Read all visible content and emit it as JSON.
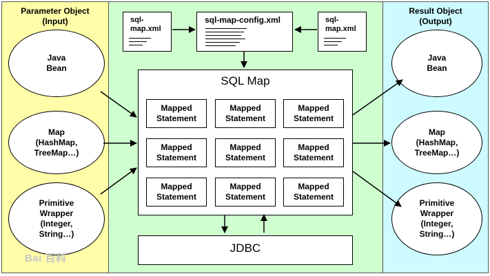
{
  "colors": {
    "left_panel": "#fffda8",
    "middle_panel": "#cfffcf",
    "right_panel": "#cdfbff",
    "stroke": "#000000"
  },
  "left_panel": {
    "title_line1": "Parameter Object",
    "title_line2": "(Input)",
    "items": [
      {
        "lines": [
          "Java",
          "Bean"
        ]
      },
      {
        "lines": [
          "Map",
          "(HashMap,",
          "TreeMap…)"
        ]
      },
      {
        "lines": [
          "Primitive",
          "Wrapper",
          "(Integer,",
          "String…)"
        ]
      }
    ]
  },
  "right_panel": {
    "title_line1": "Result Object",
    "title_line2": "(Output)",
    "items": [
      {
        "lines": [
          "Java",
          "Bean"
        ]
      },
      {
        "lines": [
          "Map",
          "(HashMap,",
          "TreeMap…)"
        ]
      },
      {
        "lines": [
          "Primitive",
          "Wrapper",
          "(Integer,",
          "String…)"
        ]
      }
    ]
  },
  "config_files": {
    "left_file": [
      "sql-",
      "map.xml"
    ],
    "center_file": "sql-map-config.xml",
    "right_file": [
      "sql-",
      "map.xml"
    ]
  },
  "sql_map": {
    "title": "SQL Map",
    "statement_line1": "Mapped",
    "statement_line2": "Statement",
    "statement_count": 9
  },
  "jdbc": {
    "label": "JDBC"
  },
  "watermark": "Bai 百科"
}
